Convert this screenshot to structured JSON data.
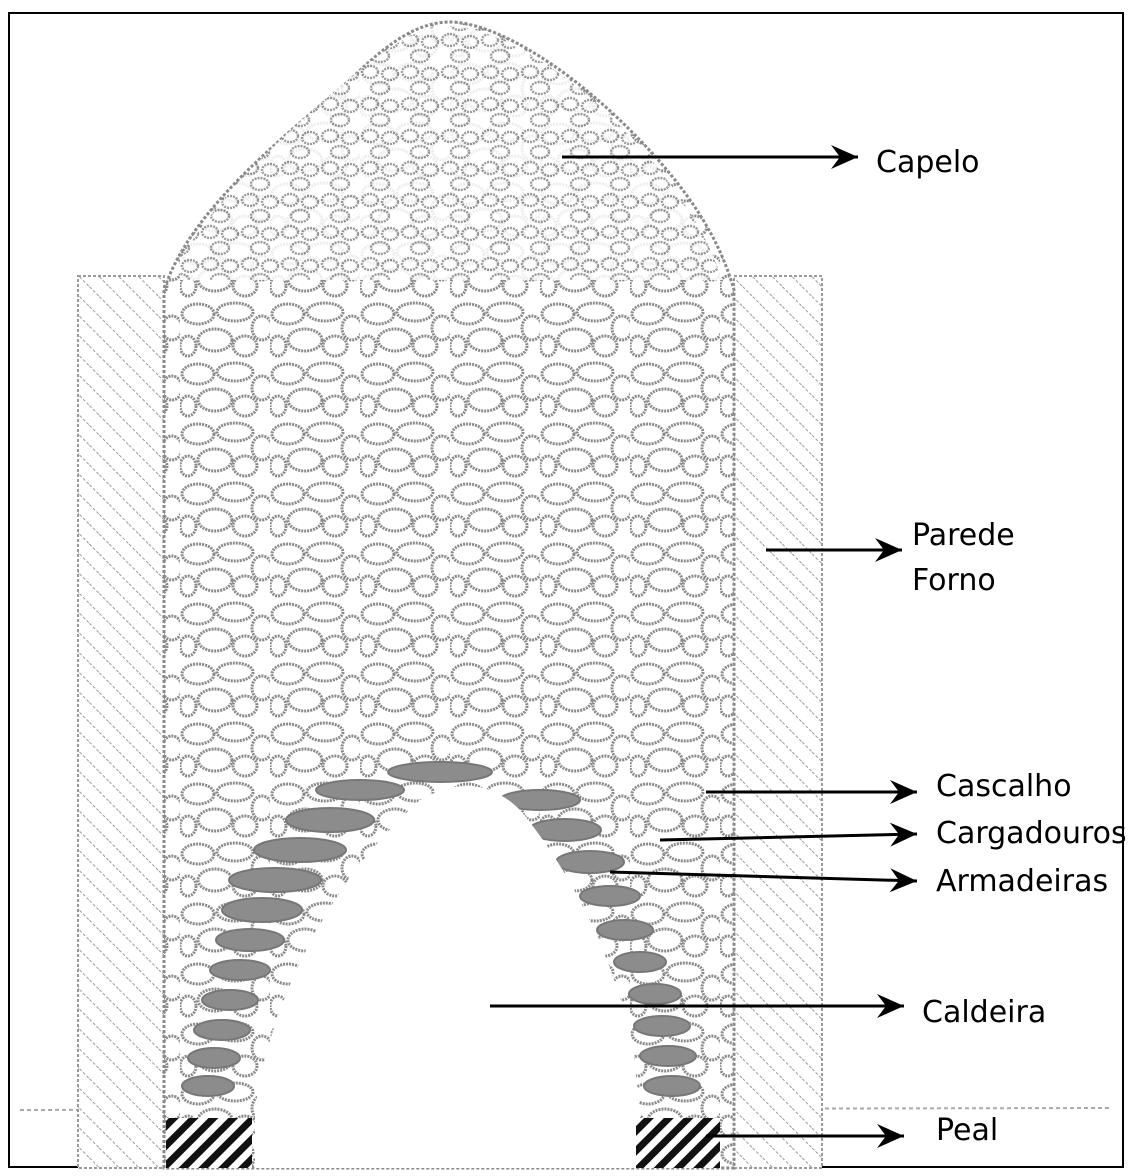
{
  "diagram": {
    "labels": {
      "capelo": "Capelo",
      "parede_line1": "Parede",
      "parede_line2": "Forno",
      "cascalho": "Cascalho",
      "cargadouros": "Cargadouros",
      "armadeiras": "Armadeiras",
      "caldeira": "Caldeira",
      "peal": "Peal"
    }
  }
}
